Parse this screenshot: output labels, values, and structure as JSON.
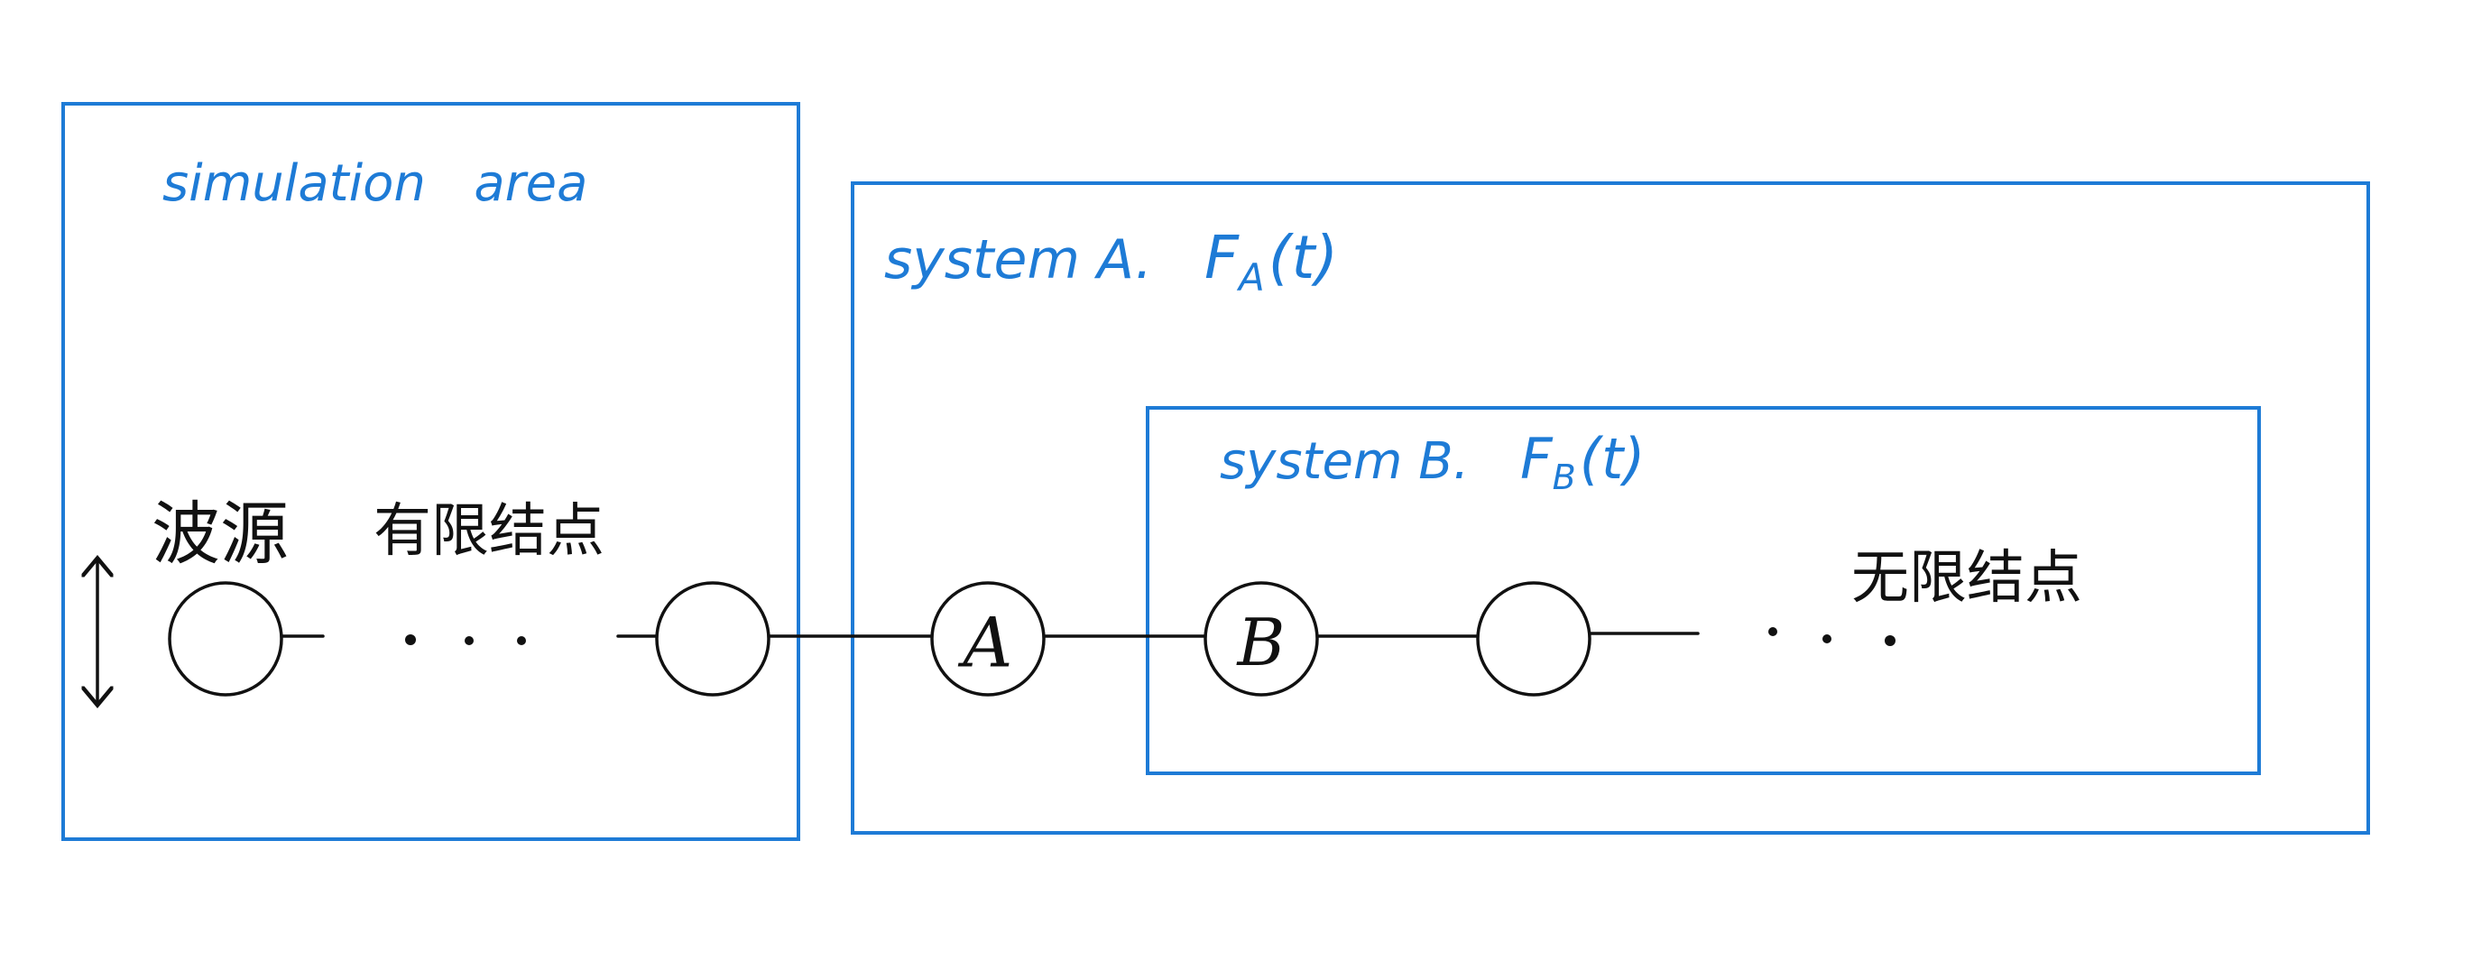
{
  "colors": {
    "box": "#1e7bd6",
    "ink": "#111111"
  },
  "regions": {
    "simulation": {
      "label": "simulation   area"
    },
    "system_a": {
      "label": "system A.",
      "force": "F",
      "force_sub": "A",
      "force_arg": "(t)"
    },
    "system_b": {
      "label": "system B.",
      "force": "F",
      "force_sub": "B",
      "force_arg": "(t)"
    }
  },
  "labels": {
    "wave_source": "波源",
    "finite_nodes": "有限结点",
    "infinite_nodes": "无限结点"
  },
  "nodes": {
    "a": "A",
    "b": "B"
  },
  "icons": {
    "oscillation": "double-arrow-vertical-icon"
  }
}
